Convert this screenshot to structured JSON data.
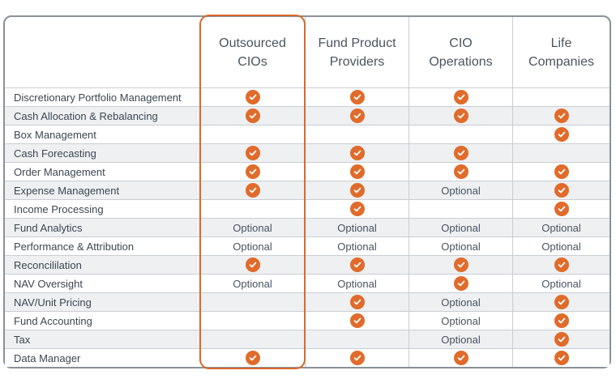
{
  "columns": [
    {
      "label": "Outsourced\nCIOs",
      "highlighted": true
    },
    {
      "label": "Fund Product\nProviders"
    },
    {
      "label": "CIO\nOperations"
    },
    {
      "label": "Life\nCompanies"
    }
  ],
  "check_icon": "orange-circle-checkmark-icon",
  "colors": {
    "accent": "#e06b2b",
    "highlight_border": "#d8692b",
    "row_shade": "#eef0f2"
  },
  "rows": [
    {
      "label": "Discretionary Portfolio Management",
      "values": [
        "check",
        "check",
        "check",
        ""
      ]
    },
    {
      "label": "Cash Allocation & Rebalancing",
      "values": [
        "check",
        "check",
        "check",
        "check"
      ]
    },
    {
      "label": "Box Management",
      "values": [
        "",
        "",
        "",
        "check"
      ]
    },
    {
      "label": "Cash Forecasting",
      "values": [
        "check",
        "check",
        "check",
        ""
      ]
    },
    {
      "label": "Order Management",
      "values": [
        "check",
        "check",
        "check",
        "check"
      ]
    },
    {
      "label": "Expense Management",
      "values": [
        "check",
        "check",
        "Optional",
        "check"
      ]
    },
    {
      "label": "Income Processing",
      "values": [
        "",
        "check",
        "",
        "check"
      ]
    },
    {
      "label": "Fund Analytics",
      "values": [
        "Optional",
        "Optional",
        "Optional",
        "Optional"
      ]
    },
    {
      "label": "Performance & Attribution",
      "values": [
        "Optional",
        "Optional",
        "Optional",
        "Optional"
      ]
    },
    {
      "label": "Reconcililation",
      "values": [
        "check",
        "check",
        "check",
        "check"
      ]
    },
    {
      "label": "NAV Oversight",
      "values": [
        "Optional",
        "Optional",
        "check",
        "Optional"
      ]
    },
    {
      "label": "NAV/Unit Pricing",
      "values": [
        "",
        "check",
        "Optional",
        "check"
      ]
    },
    {
      "label": "Fund Accounting",
      "values": [
        "",
        "check",
        "Optional",
        "check"
      ]
    },
    {
      "label": "Tax",
      "values": [
        "",
        "",
        "Optional",
        "check"
      ]
    },
    {
      "label": "Data Manager",
      "values": [
        "check",
        "check",
        "check",
        "check"
      ]
    }
  ]
}
